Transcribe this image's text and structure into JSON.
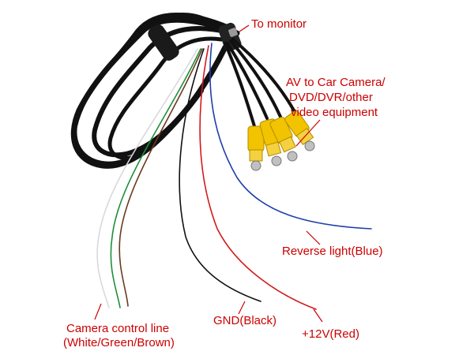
{
  "labels": {
    "to_monitor": "To monitor",
    "av_line1": "AV to Car Camera/",
    "av_line2": "DVD/DVR/other",
    "av_line3": "video equipment",
    "reverse_light": "Reverse light(Blue)",
    "camera_line1": "Camera control line",
    "camera_line2": "(White/Green/Brown)",
    "gnd": "GND(Black)",
    "power": "+12V(Red)"
  },
  "colors": {
    "label_text": "#cc0000",
    "cable_black": "#111111",
    "wire_blue": "#1f3fa8",
    "wire_red": "#d21a1a",
    "wire_white": "#d9d9d9",
    "wire_green": "#1e8f3a",
    "wire_brown": "#6b3a1f",
    "rca_yellow": "#f2c300"
  }
}
